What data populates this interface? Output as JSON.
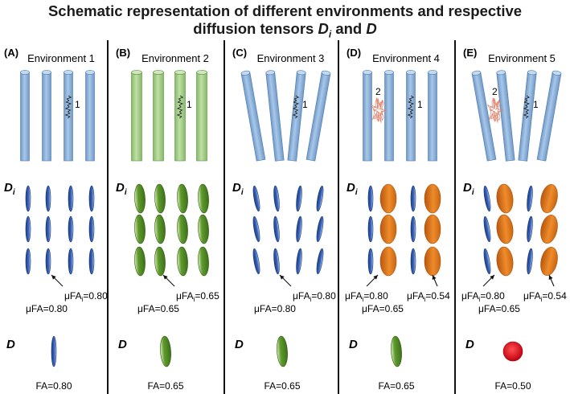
{
  "title": {
    "line1": "Schematic representation of different environments and respective",
    "line2_prefix": "diffusion tensors ",
    "di_symbol": "D",
    "di_subscript": "i",
    "and_word": " and ",
    "d_symbol": "D"
  },
  "symbols": {
    "di": "D",
    "di_sub": "i",
    "d": "D"
  },
  "colors": {
    "blue_rod": "#8fb3d9",
    "green_rod": "#a6cf8a",
    "blue_tensor": "#2b4f9e",
    "green_tensor": "#4f8a24",
    "orange_tensor": "#e07a1f",
    "red_tensor": "#e0141e",
    "fiber_black": "#222222",
    "fiber_red": "#e0806a",
    "divider": "#111111"
  },
  "panels": [
    {
      "letter": "(A)",
      "env": "Environment 1",
      "rod_color": "blue",
      "tilt": "parallel",
      "fibers": [
        {
          "label": "1",
          "type": "black"
        }
      ],
      "di_marker": "blue",
      "annotations": [
        {
          "text": "μFAi=0.80",
          "arrow": true
        }
      ],
      "ufa": "μFA=0.80",
      "d_marker": "blue",
      "fa": "FA=0.80"
    },
    {
      "letter": "(B)",
      "env": "Environment 2",
      "rod_color": "green",
      "tilt": "parallel",
      "fibers": [
        {
          "label": "1",
          "type": "black"
        }
      ],
      "di_marker": "green",
      "annotations": [
        {
          "text": "μFAi=0.65",
          "arrow": true
        }
      ],
      "ufa": "μFA=0.65",
      "d_marker": "green",
      "fa": "FA=0.65"
    },
    {
      "letter": "(C)",
      "env": "Environment 3",
      "rod_color": "blue",
      "tilt": "fanned",
      "fibers": [
        {
          "label": "1",
          "type": "black"
        }
      ],
      "di_marker": "blue_tilted",
      "annotations": [
        {
          "text": "μFAi=0.80",
          "arrow": true
        }
      ],
      "ufa": "μFA=0.80",
      "d_marker": "green",
      "fa": "FA=0.65"
    },
    {
      "letter": "(D)",
      "env": "Environment 4",
      "rod_color": "blue",
      "tilt": "parallel",
      "fibers": [
        {
          "label": "2",
          "type": "red"
        },
        {
          "label": "1",
          "type": "black"
        }
      ],
      "di_marker": "blue_orange",
      "annotations": [
        {
          "text": "μFAi=0.80",
          "arrow": true
        },
        {
          "text": "μFAi=0.54",
          "arrow": true
        }
      ],
      "ufa": "μFA=0.65",
      "d_marker": "green",
      "fa": "FA=0.65"
    },
    {
      "letter": "(E)",
      "env": "Environment 5",
      "rod_color": "blue",
      "tilt": "fanned",
      "fibers": [
        {
          "label": "2",
          "type": "red"
        },
        {
          "label": "1",
          "type": "black"
        }
      ],
      "di_marker": "blue_orange_tilted",
      "annotations": [
        {
          "text": "μFAi=0.80",
          "arrow": true
        },
        {
          "text": "μFAi=0.54",
          "arrow": true
        }
      ],
      "ufa": "μFA=0.65",
      "d_marker": "red",
      "fa": "FA=0.50"
    }
  ]
}
